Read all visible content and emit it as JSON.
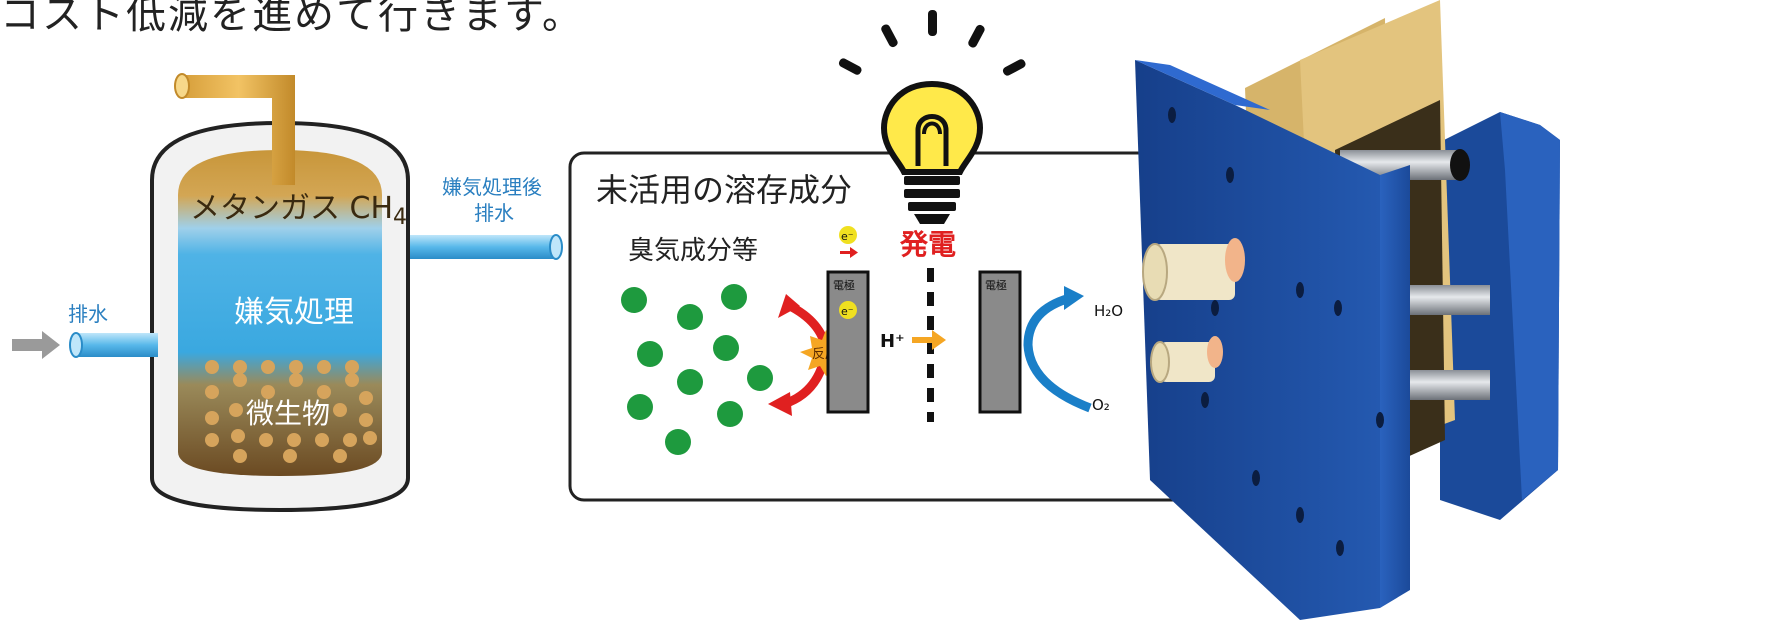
{
  "header_text": "コスト低減を進めて行きます。",
  "tank": {
    "gas_label": "メタンガス CH",
    "gas_subscript": "4",
    "process_label": "嫌気処理",
    "microbe_label": "微生物"
  },
  "inflow_label": "排水",
  "outflow_label_line1": "嫌気処理後",
  "outflow_label_line2": "排水",
  "panel": {
    "title": "未活用の溶存成分",
    "odor_label": "臭気成分等",
    "power_label": "発電",
    "electron_label": "e⁻",
    "electrode_label": "電極",
    "reaction_label": "反応",
    "proton_label": "H⁺",
    "water_label": "H₂O",
    "oxygen_label": "O₂"
  },
  "colors": {
    "water_blue": "#3aa8e0",
    "biogas_brown": "#c99a45",
    "molecule_green": "#1e9a3e",
    "power_red": "#e02020",
    "arrow_blue": "#1a7fc8",
    "device_blue": "#1b4a9a"
  }
}
